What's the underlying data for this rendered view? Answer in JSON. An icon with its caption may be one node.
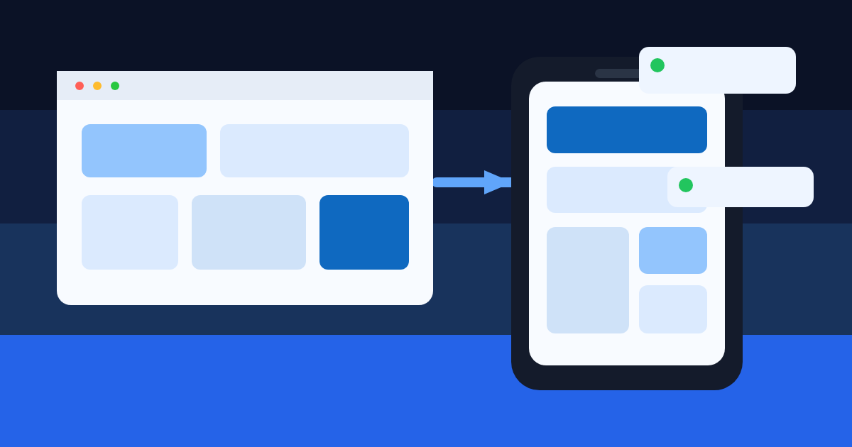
{
  "diagram": {
    "nodes": [
      {
        "text": [],
        "shape": "box"
      },
      {
        "text": [],
        "shape": "box",
        "in": 0
      },
      {
        "text": [],
        "shape": "box",
        "in": 0
      },
      {
        "text": [],
        "shape": "box",
        "in": 0
      },
      {
        "text": [],
        "shape": "box",
        "in": 0
      },
      {
        "text": [],
        "shape": "box",
        "in": 0
      },
      {
        "text": [],
        "shape": "box"
      },
      {
        "text": [],
        "shape": "box",
        "in": 6
      },
      {
        "text": [],
        "shape": "box",
        "in": 6
      },
      {
        "text": [],
        "shape": "box",
        "in": 6
      },
      {
        "text": [],
        "shape": "box",
        "in": 6
      },
      {
        "text": [],
        "shape": "box",
        "in": 6
      }
    ],
    "edges": [
      {
        "from": 0,
        "to": 6,
        "arrow": "to"
      }
    ]
  }
}
